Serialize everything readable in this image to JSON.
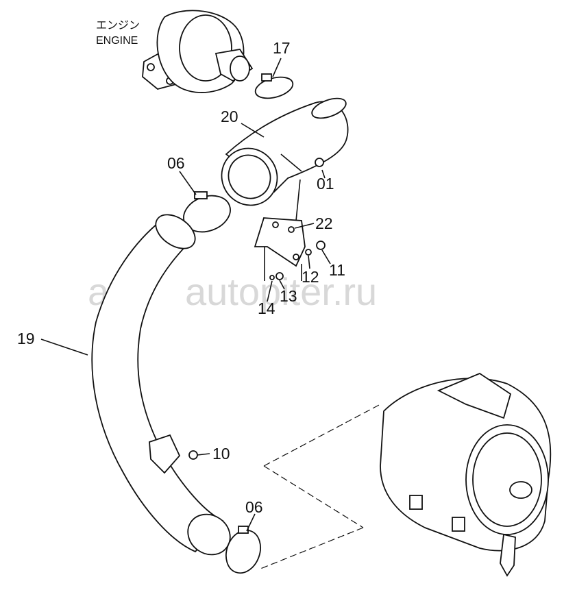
{
  "engine": {
    "label_jp": "エンジン",
    "label_en": "ENGINE"
  },
  "watermark": {
    "logo": "a>",
    "text": "autopiter.ru"
  },
  "callouts": [
    {
      "id": "17"
    },
    {
      "id": "20"
    },
    {
      "id": "06"
    },
    {
      "id": "01"
    },
    {
      "id": "22"
    },
    {
      "id": "11"
    },
    {
      "id": "12"
    },
    {
      "id": "13"
    },
    {
      "id": "14"
    },
    {
      "id": "19"
    },
    {
      "id": "10"
    },
    {
      "id": "06"
    }
  ]
}
